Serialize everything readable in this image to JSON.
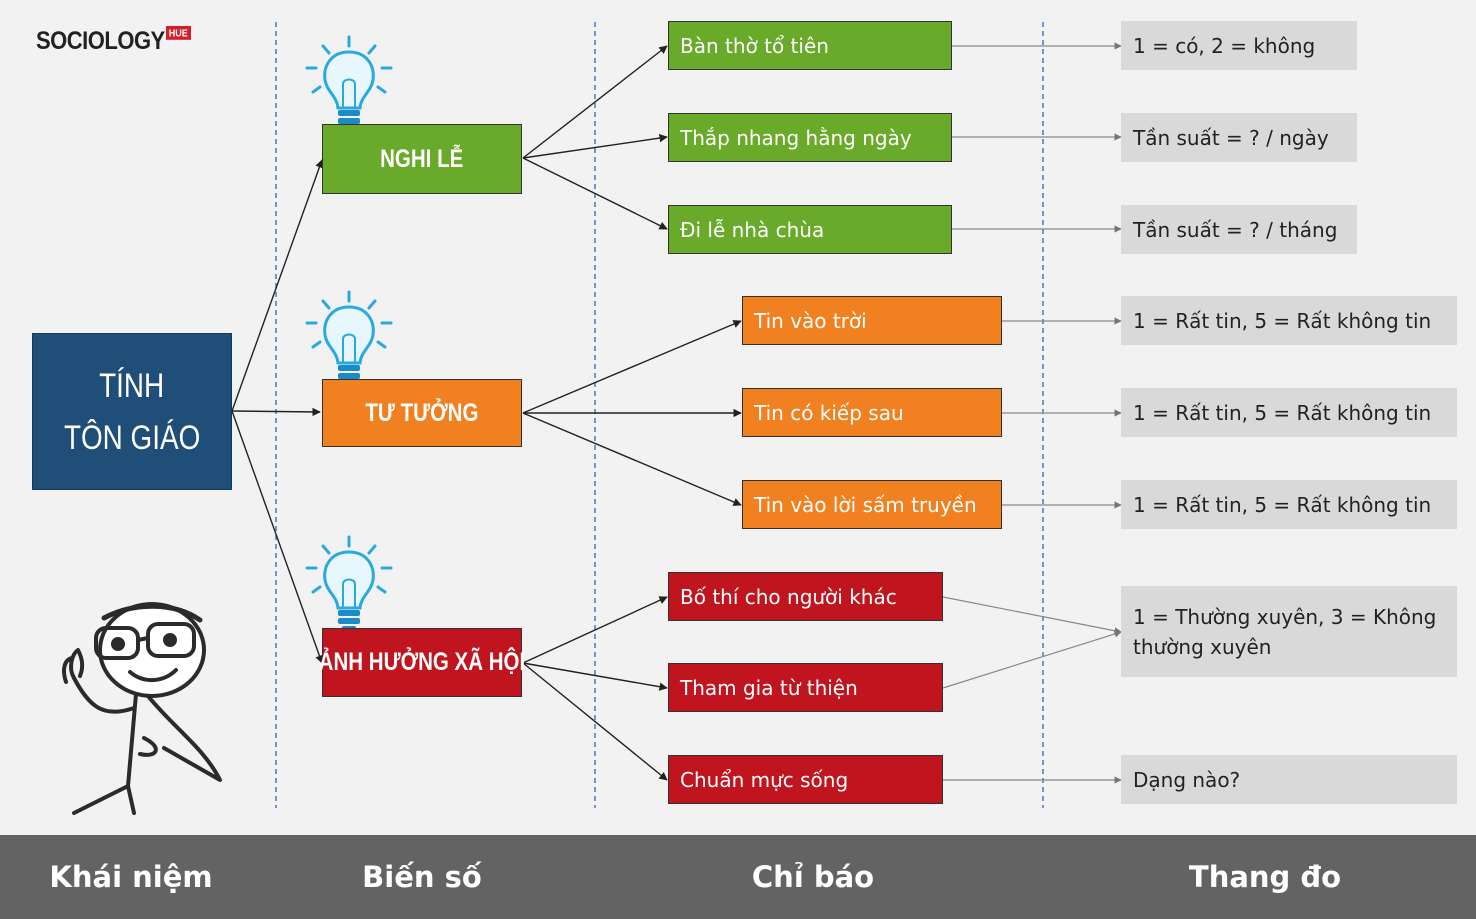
{
  "logo": {
    "text": "SOCIOLOGY",
    "badge": "HUE"
  },
  "concept": {
    "line1": "TÍNH",
    "line2": "TÔN GIÁO"
  },
  "variables": [
    {
      "label": "NGHI LỄ",
      "color": "#6aaa2a"
    },
    {
      "label": "TƯ TƯỞNG",
      "color": "#f08020"
    },
    {
      "label": "ẢNH HƯỞNG XÃ HỘI",
      "color": "#c0151e"
    }
  ],
  "indicators": [
    "Bàn thờ tổ tiên",
    "Thắp nhang hằng ngày",
    "Đi lễ nhà chùa",
    "Tin vào trời",
    "Tin có kiếp sau",
    "Tin vào lời sấm truyền",
    "Bố thí cho người khác",
    "Tham gia từ thiện",
    "Chuẩn mực sống"
  ],
  "scales": [
    "1 = có, 2 = không",
    "Tần suất = ? / ngày",
    "Tần suất = ? / tháng",
    "1 = Rất tin, 5 = Rất không tin",
    "1 = Rất tin, 5 = Rất không tin",
    "1 = Rất tin, 5 = Rất không tin",
    "1 = Thường xuyên, 3 = Không thường xuyên",
    "Dạng nào?"
  ],
  "footer": [
    "Khái niệm",
    "Biến số",
    "Chỉ báo",
    "Thang đo"
  ],
  "icons": [
    "lightbulb-icon",
    "thinking-person-illustration"
  ]
}
